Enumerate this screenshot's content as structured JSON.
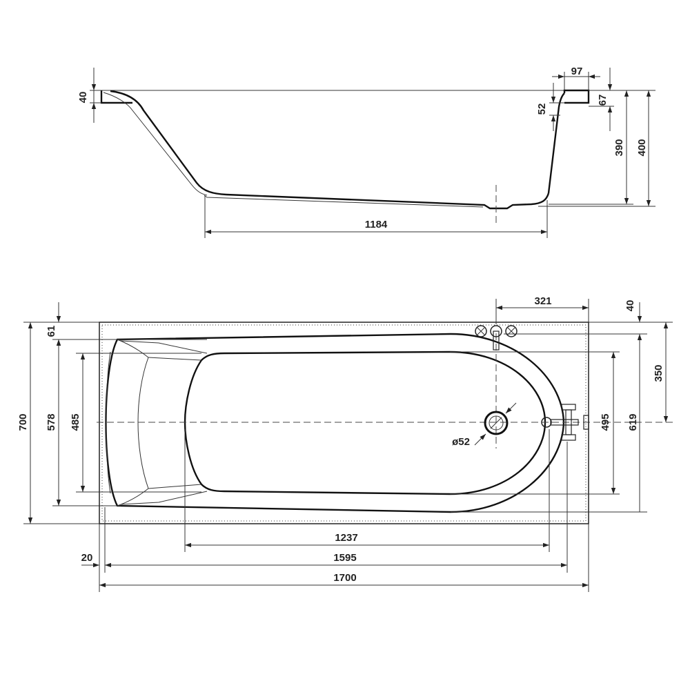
{
  "side_view": {
    "dimensions": {
      "rim_height": "40",
      "rim_width": "97",
      "rim_drop": "52",
      "rim_thickness": "67",
      "inner_depth": "390",
      "total_height": "400",
      "bottom_length": "1184"
    }
  },
  "top_view": {
    "dimensions": {
      "tap_offset": "321",
      "tap_edge": "40",
      "inner_offset": "61",
      "overall_width": "700",
      "inner_width_outer": "578",
      "inner_width_bottom": "485",
      "drain_offset": "350",
      "inner_width_right": "495",
      "inner_width_overall": "619",
      "drain_diameter": "ø52",
      "edge_offset": "20",
      "bottom_length": "1237",
      "inner_length": "1595",
      "overall_length": "1700"
    }
  },
  "colors": {
    "line": "#222222",
    "background": "#ffffff"
  }
}
